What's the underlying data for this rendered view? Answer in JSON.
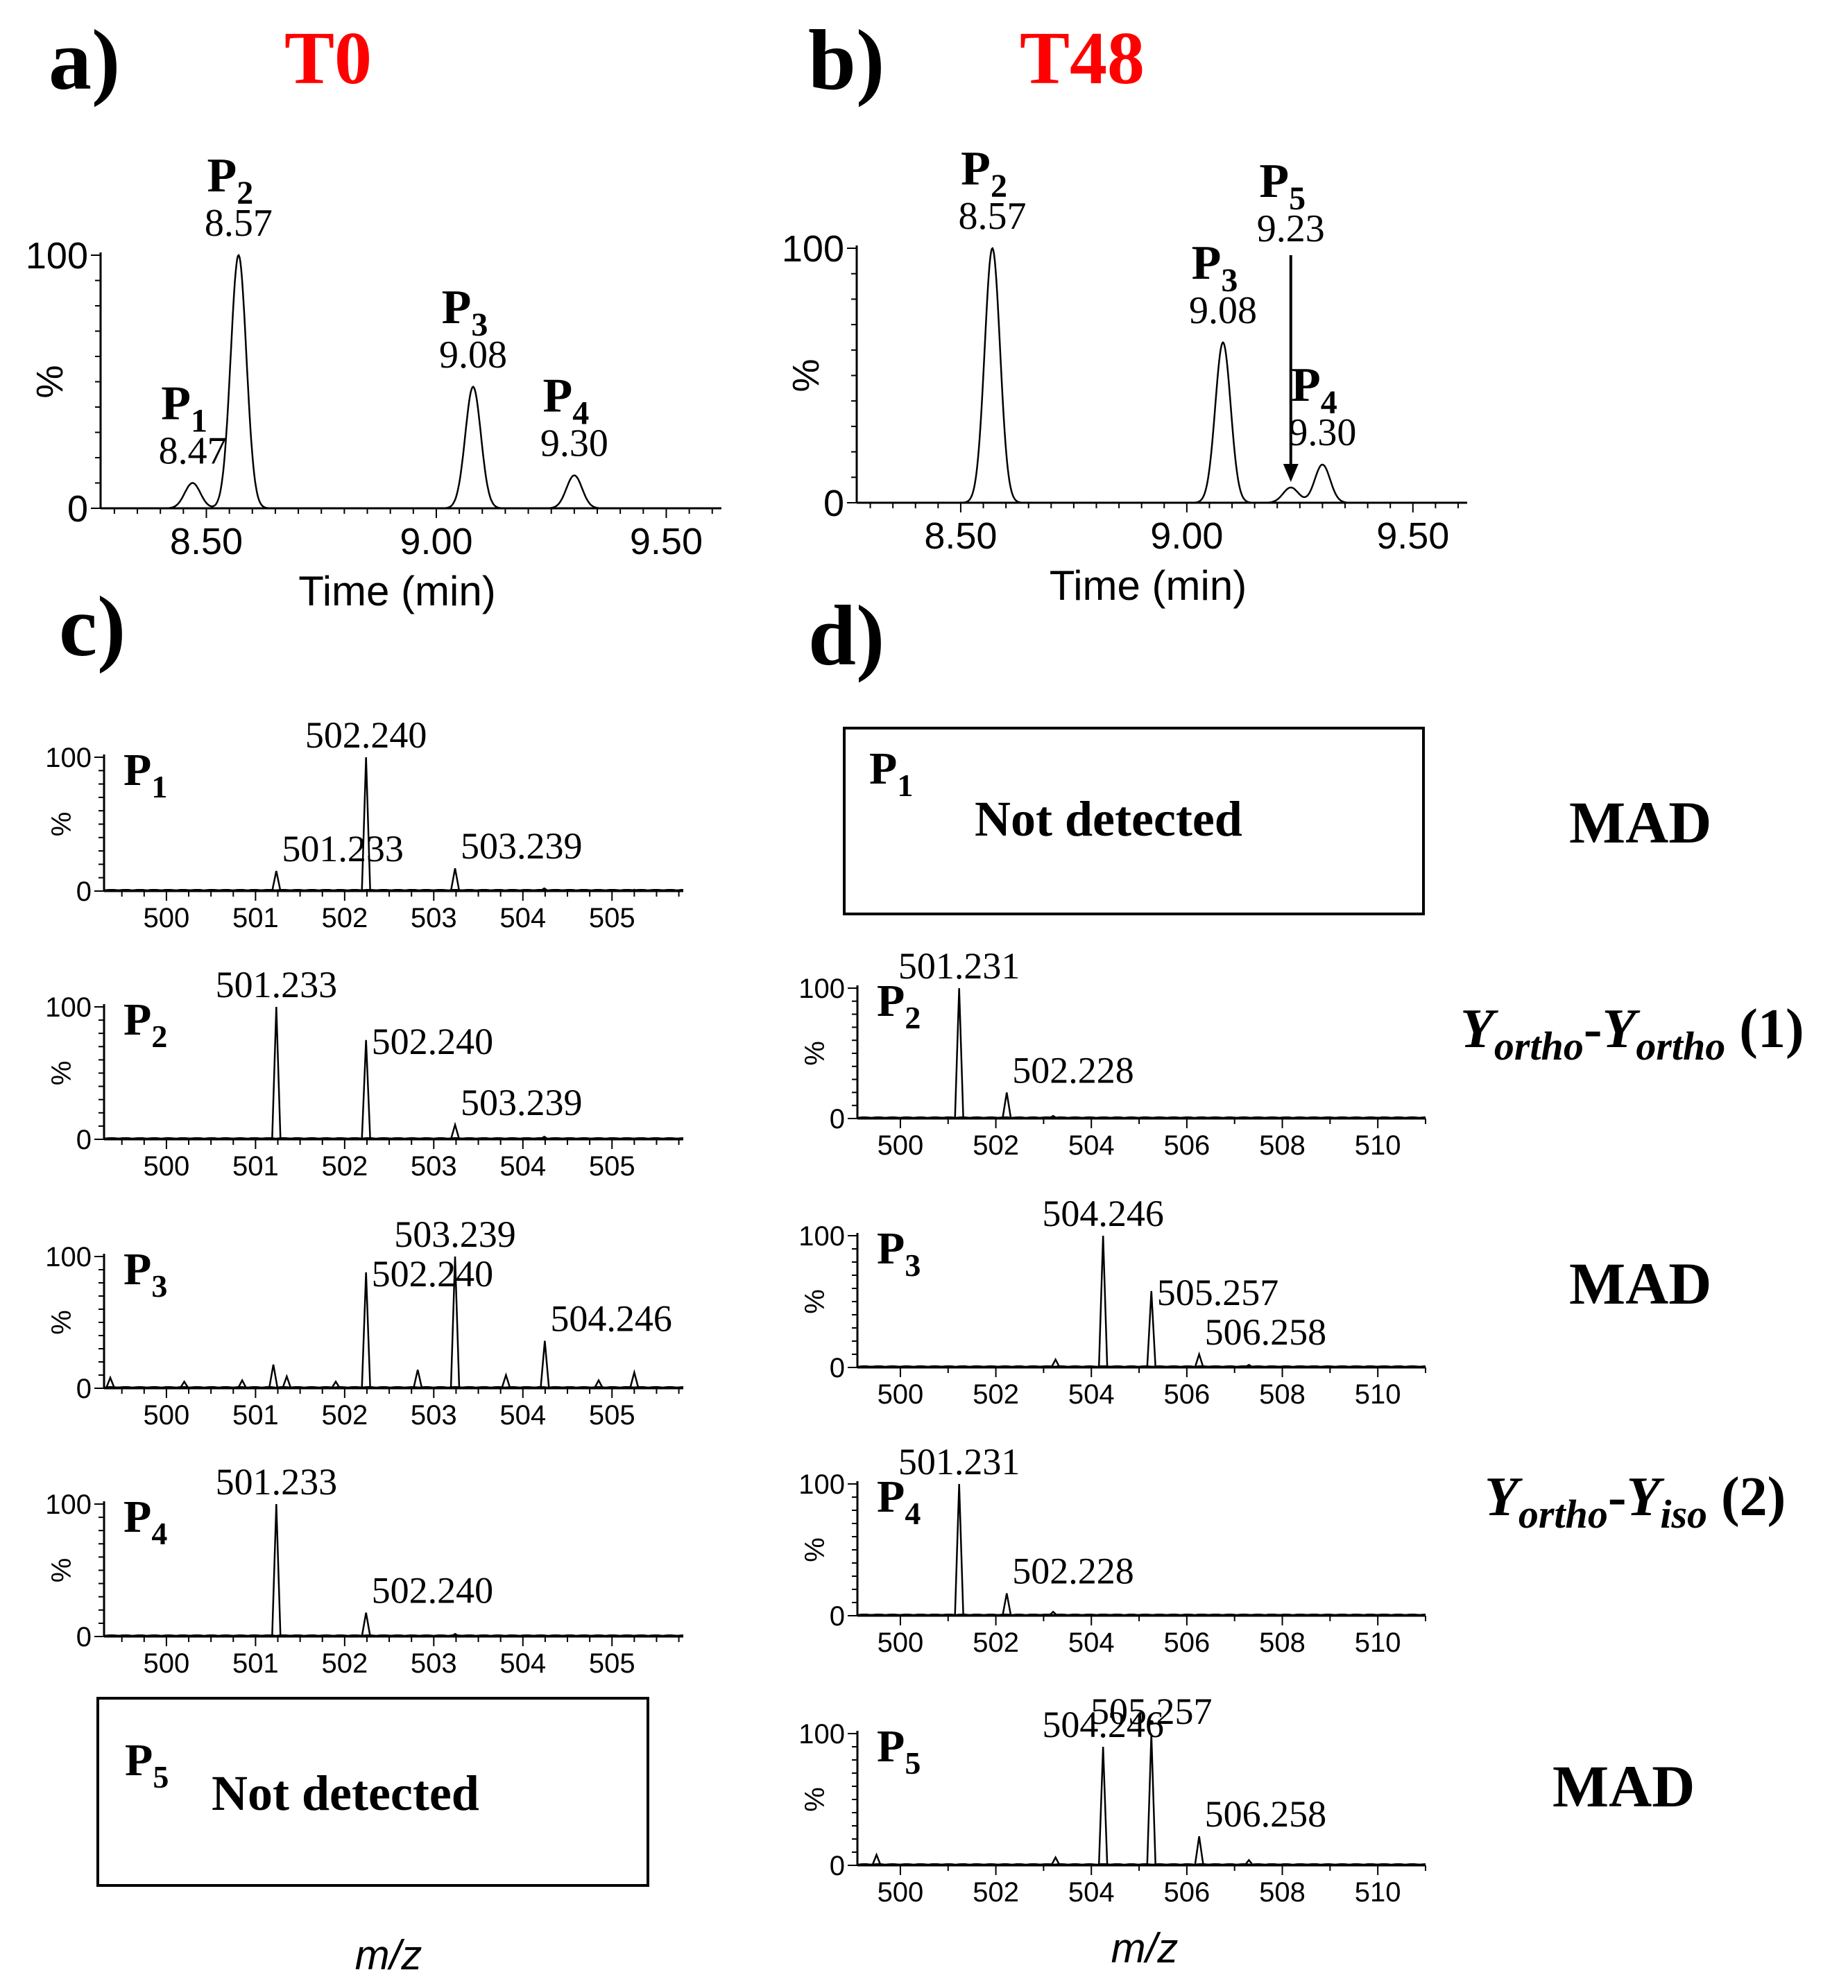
{
  "panels": {
    "a": {
      "letter": "a)",
      "condition": "T0"
    },
    "b": {
      "letter": "b)",
      "condition": "T48"
    },
    "c": {
      "letter": "c)"
    },
    "d": {
      "letter": "d)"
    }
  },
  "colors": {
    "condition": "#ff0000",
    "ink": "#000000"
  },
  "x_axis_title_ms": "m/z",
  "assignments": [
    "MAD",
    "Y_ortho-Y_ortho (1)",
    "MAD",
    "Y_ortho-Y_iso (2)",
    "MAD"
  ],
  "not_detected": {
    "text": "Not detected",
    "c_box_peak": "P5",
    "d_box_peak": "P1"
  },
  "chart_data": [
    {
      "id": "a",
      "type": "line",
      "title": "T0",
      "xlabel": "Time (min)",
      "ylabel": "%",
      "xlim": [
        8.27,
        9.62
      ],
      "ylim": [
        0,
        100
      ],
      "xticks": [
        "8.50",
        "9.00",
        "9.50"
      ],
      "yticks": [
        "0",
        "100"
      ],
      "peaks": [
        {
          "name": "P",
          "sub": "1",
          "rt": 8.47,
          "label": "8.47",
          "intensity": 10
        },
        {
          "name": "P",
          "sub": "2",
          "rt": 8.57,
          "label": "8.57",
          "intensity": 100
        },
        {
          "name": "P",
          "sub": "3",
          "rt": 9.08,
          "label": "9.08",
          "intensity": 48
        },
        {
          "name": "P",
          "sub": "4",
          "rt": 9.3,
          "label": "9.30",
          "intensity": 13
        }
      ]
    },
    {
      "id": "b",
      "type": "line",
      "title": "T48",
      "xlabel": "Time (min)",
      "ylabel": "%",
      "xlim": [
        8.27,
        9.62
      ],
      "ylim": [
        0,
        100
      ],
      "xticks": [
        "8.50",
        "9.00",
        "9.50"
      ],
      "yticks": [
        "0",
        "100"
      ],
      "peaks": [
        {
          "name": "P",
          "sub": "2",
          "rt": 8.57,
          "label": "8.57",
          "intensity": 100
        },
        {
          "name": "P",
          "sub": "3",
          "rt": 9.08,
          "label": "9.08",
          "intensity": 63
        },
        {
          "name": "P",
          "sub": "5",
          "rt": 9.23,
          "label": "9.23",
          "intensity": 6
        },
        {
          "name": "P",
          "sub": "4",
          "rt": 9.3,
          "label": "9.30",
          "intensity": 15
        }
      ]
    },
    {
      "id": "c1",
      "type": "bar",
      "peak": "P",
      "peak_sub": "1",
      "ylabel": "%",
      "xlim": [
        499.3,
        505.8
      ],
      "ylim": [
        0,
        100
      ],
      "xticks": [
        "500",
        "501",
        "502",
        "503",
        "504",
        "505"
      ],
      "yticks": [
        "0",
        "100"
      ],
      "sticks": [
        [
          501.233,
          15
        ],
        [
          502.24,
          100
        ],
        [
          503.239,
          17
        ],
        [
          504.24,
          2
        ],
        [
          505.25,
          1
        ]
      ],
      "labels": [
        [
          "501.233",
          501.233,
          15
        ],
        [
          "502.240",
          502.24,
          100
        ],
        [
          "503.239",
          503.239,
          17
        ]
      ]
    },
    {
      "id": "c2",
      "type": "bar",
      "peak": "P",
      "peak_sub": "2",
      "ylabel": "%",
      "xlim": [
        499.3,
        505.8
      ],
      "ylim": [
        0,
        100
      ],
      "xticks": [
        "500",
        "501",
        "502",
        "503",
        "504",
        "505"
      ],
      "yticks": [
        "0",
        "100"
      ],
      "sticks": [
        [
          501.233,
          100
        ],
        [
          502.24,
          75
        ],
        [
          503.239,
          11
        ],
        [
          504.24,
          2
        ]
      ],
      "labels": [
        [
          "501.233",
          501.233,
          100
        ],
        [
          "502.240",
          502.24,
          75
        ],
        [
          "503.239",
          503.239,
          11
        ]
      ]
    },
    {
      "id": "c3",
      "type": "bar",
      "peak": "P",
      "peak_sub": "3",
      "ylabel": "%",
      "xlim": [
        499.3,
        505.8
      ],
      "ylim": [
        0,
        100
      ],
      "xticks": [
        "500",
        "501",
        "502",
        "503",
        "504",
        "505"
      ],
      "yticks": [
        "0",
        "100"
      ],
      "sticks": [
        [
          499.37,
          8
        ],
        [
          500.2,
          5
        ],
        [
          500.85,
          6
        ],
        [
          501.2,
          18
        ],
        [
          501.35,
          9
        ],
        [
          501.9,
          5
        ],
        [
          502.24,
          88
        ],
        [
          502.82,
          14
        ],
        [
          503.239,
          100
        ],
        [
          503.81,
          10
        ],
        [
          504.246,
          36
        ],
        [
          504.85,
          6
        ],
        [
          505.25,
          12
        ]
      ],
      "labels": [
        [
          "502.240",
          502.24,
          88
        ],
        [
          "503.239",
          503.239,
          100
        ],
        [
          "504.246",
          504.246,
          36
        ]
      ]
    },
    {
      "id": "c4",
      "type": "bar",
      "peak": "P",
      "peak_sub": "4",
      "ylabel": "%",
      "xlim": [
        499.3,
        505.8
      ],
      "ylim": [
        0,
        100
      ],
      "xticks": [
        "500",
        "501",
        "502",
        "503",
        "504",
        "505"
      ],
      "yticks": [
        "0",
        "100"
      ],
      "sticks": [
        [
          501.233,
          100
        ],
        [
          502.24,
          18
        ],
        [
          503.24,
          2
        ]
      ],
      "labels": [
        [
          "501.233",
          501.233,
          100
        ],
        [
          "502.240",
          502.24,
          18
        ]
      ]
    },
    {
      "id": "d2",
      "type": "bar",
      "peak": "P",
      "peak_sub": "2",
      "ylabel": "%",
      "xlim": [
        499.1,
        511.0
      ],
      "ylim": [
        0,
        100
      ],
      "xticks": [
        "500",
        "502",
        "504",
        "506",
        "508",
        "510"
      ],
      "yticks": [
        "0",
        "100"
      ],
      "sticks": [
        [
          501.231,
          100
        ],
        [
          502.228,
          20
        ],
        [
          503.2,
          2
        ]
      ],
      "labels": [
        [
          "501.231",
          501.231,
          100
        ],
        [
          "502.228",
          502.228,
          20
        ]
      ]
    },
    {
      "id": "d3",
      "type": "bar",
      "peak": "P",
      "peak_sub": "3",
      "ylabel": "%",
      "xlim": [
        499.1,
        511.0
      ],
      "ylim": [
        0,
        100
      ],
      "xticks": [
        "500",
        "502",
        "504",
        "506",
        "508",
        "510"
      ],
      "yticks": [
        "0",
        "100"
      ],
      "sticks": [
        [
          503.25,
          6
        ],
        [
          504.246,
          100
        ],
        [
          505.257,
          58
        ],
        [
          506.258,
          10
        ],
        [
          507.3,
          2
        ]
      ],
      "labels": [
        [
          "504.246",
          504.246,
          100
        ],
        [
          "505.257",
          505.257,
          58
        ],
        [
          "506.258",
          506.258,
          10
        ]
      ]
    },
    {
      "id": "d4",
      "type": "bar",
      "peak": "P",
      "peak_sub": "4",
      "ylabel": "%",
      "xlim": [
        499.1,
        511.0
      ],
      "ylim": [
        0,
        100
      ],
      "xticks": [
        "500",
        "502",
        "504",
        "506",
        "508",
        "510"
      ],
      "yticks": [
        "0",
        "100"
      ],
      "sticks": [
        [
          501.231,
          100
        ],
        [
          502.228,
          17
        ],
        [
          503.2,
          3
        ]
      ],
      "labels": [
        [
          "501.231",
          501.231,
          100
        ],
        [
          "502.228",
          502.228,
          17
        ]
      ]
    },
    {
      "id": "d5",
      "type": "bar",
      "peak": "P",
      "peak_sub": "5",
      "ylabel": "%",
      "xlim": [
        499.1,
        511.0
      ],
      "ylim": [
        0,
        100
      ],
      "xticks": [
        "500",
        "502",
        "504",
        "506",
        "508",
        "510"
      ],
      "yticks": [
        "0",
        "100"
      ],
      "sticks": [
        [
          499.5,
          8
        ],
        [
          503.25,
          6
        ],
        [
          504.246,
          90
        ],
        [
          505.257,
          100
        ],
        [
          506.258,
          22
        ],
        [
          507.3,
          4
        ]
      ],
      "labels": [
        [
          "505.257",
          505.257,
          100
        ],
        [
          "504.246",
          504.246,
          90
        ],
        [
          "506.258",
          506.258,
          22
        ]
      ]
    }
  ]
}
